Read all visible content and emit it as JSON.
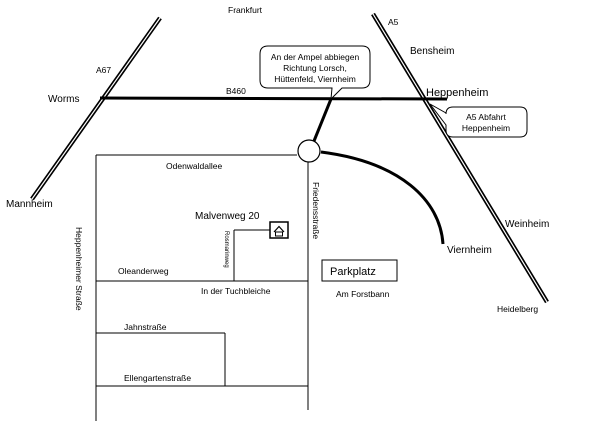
{
  "map": {
    "places": {
      "frankfurt": "Frankfurt",
      "worms": "Worms",
      "mannheim": "Mannheim",
      "bensheim": "Bensheim",
      "heppenheim": "Heppenheim",
      "weinheim": "Weinheim",
      "viernheim": "Viernheim",
      "heidelberg": "Heidelberg"
    },
    "highways": {
      "a67": "A67",
      "a5": "A5",
      "b460": "B460"
    },
    "streets": {
      "odenwaldallee": "Odenwaldallee",
      "friedensstrasse": "Friedensstraße",
      "heppenheimer_strasse": "Heppenheimer Straße",
      "rosmarinweg": "Rosmarinweg",
      "oleanderweg": "Oleanderweg",
      "in_der_tuchbleiche": "In der Tuchbleiche",
      "am_forstbann": "Am Forstbann",
      "jahnstrasse": "Jahnstraße",
      "ellengartenstrasse": "Ellengartenstraße"
    },
    "destination": {
      "address": "Malvenweg 20",
      "icon": "house-icon"
    },
    "parking": {
      "label": "Parkplatz"
    },
    "callouts": {
      "ampel": [
        "An der Ampel abbiegen",
        "Richtung Lorsch,",
        "Hüttenfeld, Viernheim"
      ],
      "a5_exit": [
        "A5 Abfahrt",
        "Heppenheim"
      ]
    }
  }
}
